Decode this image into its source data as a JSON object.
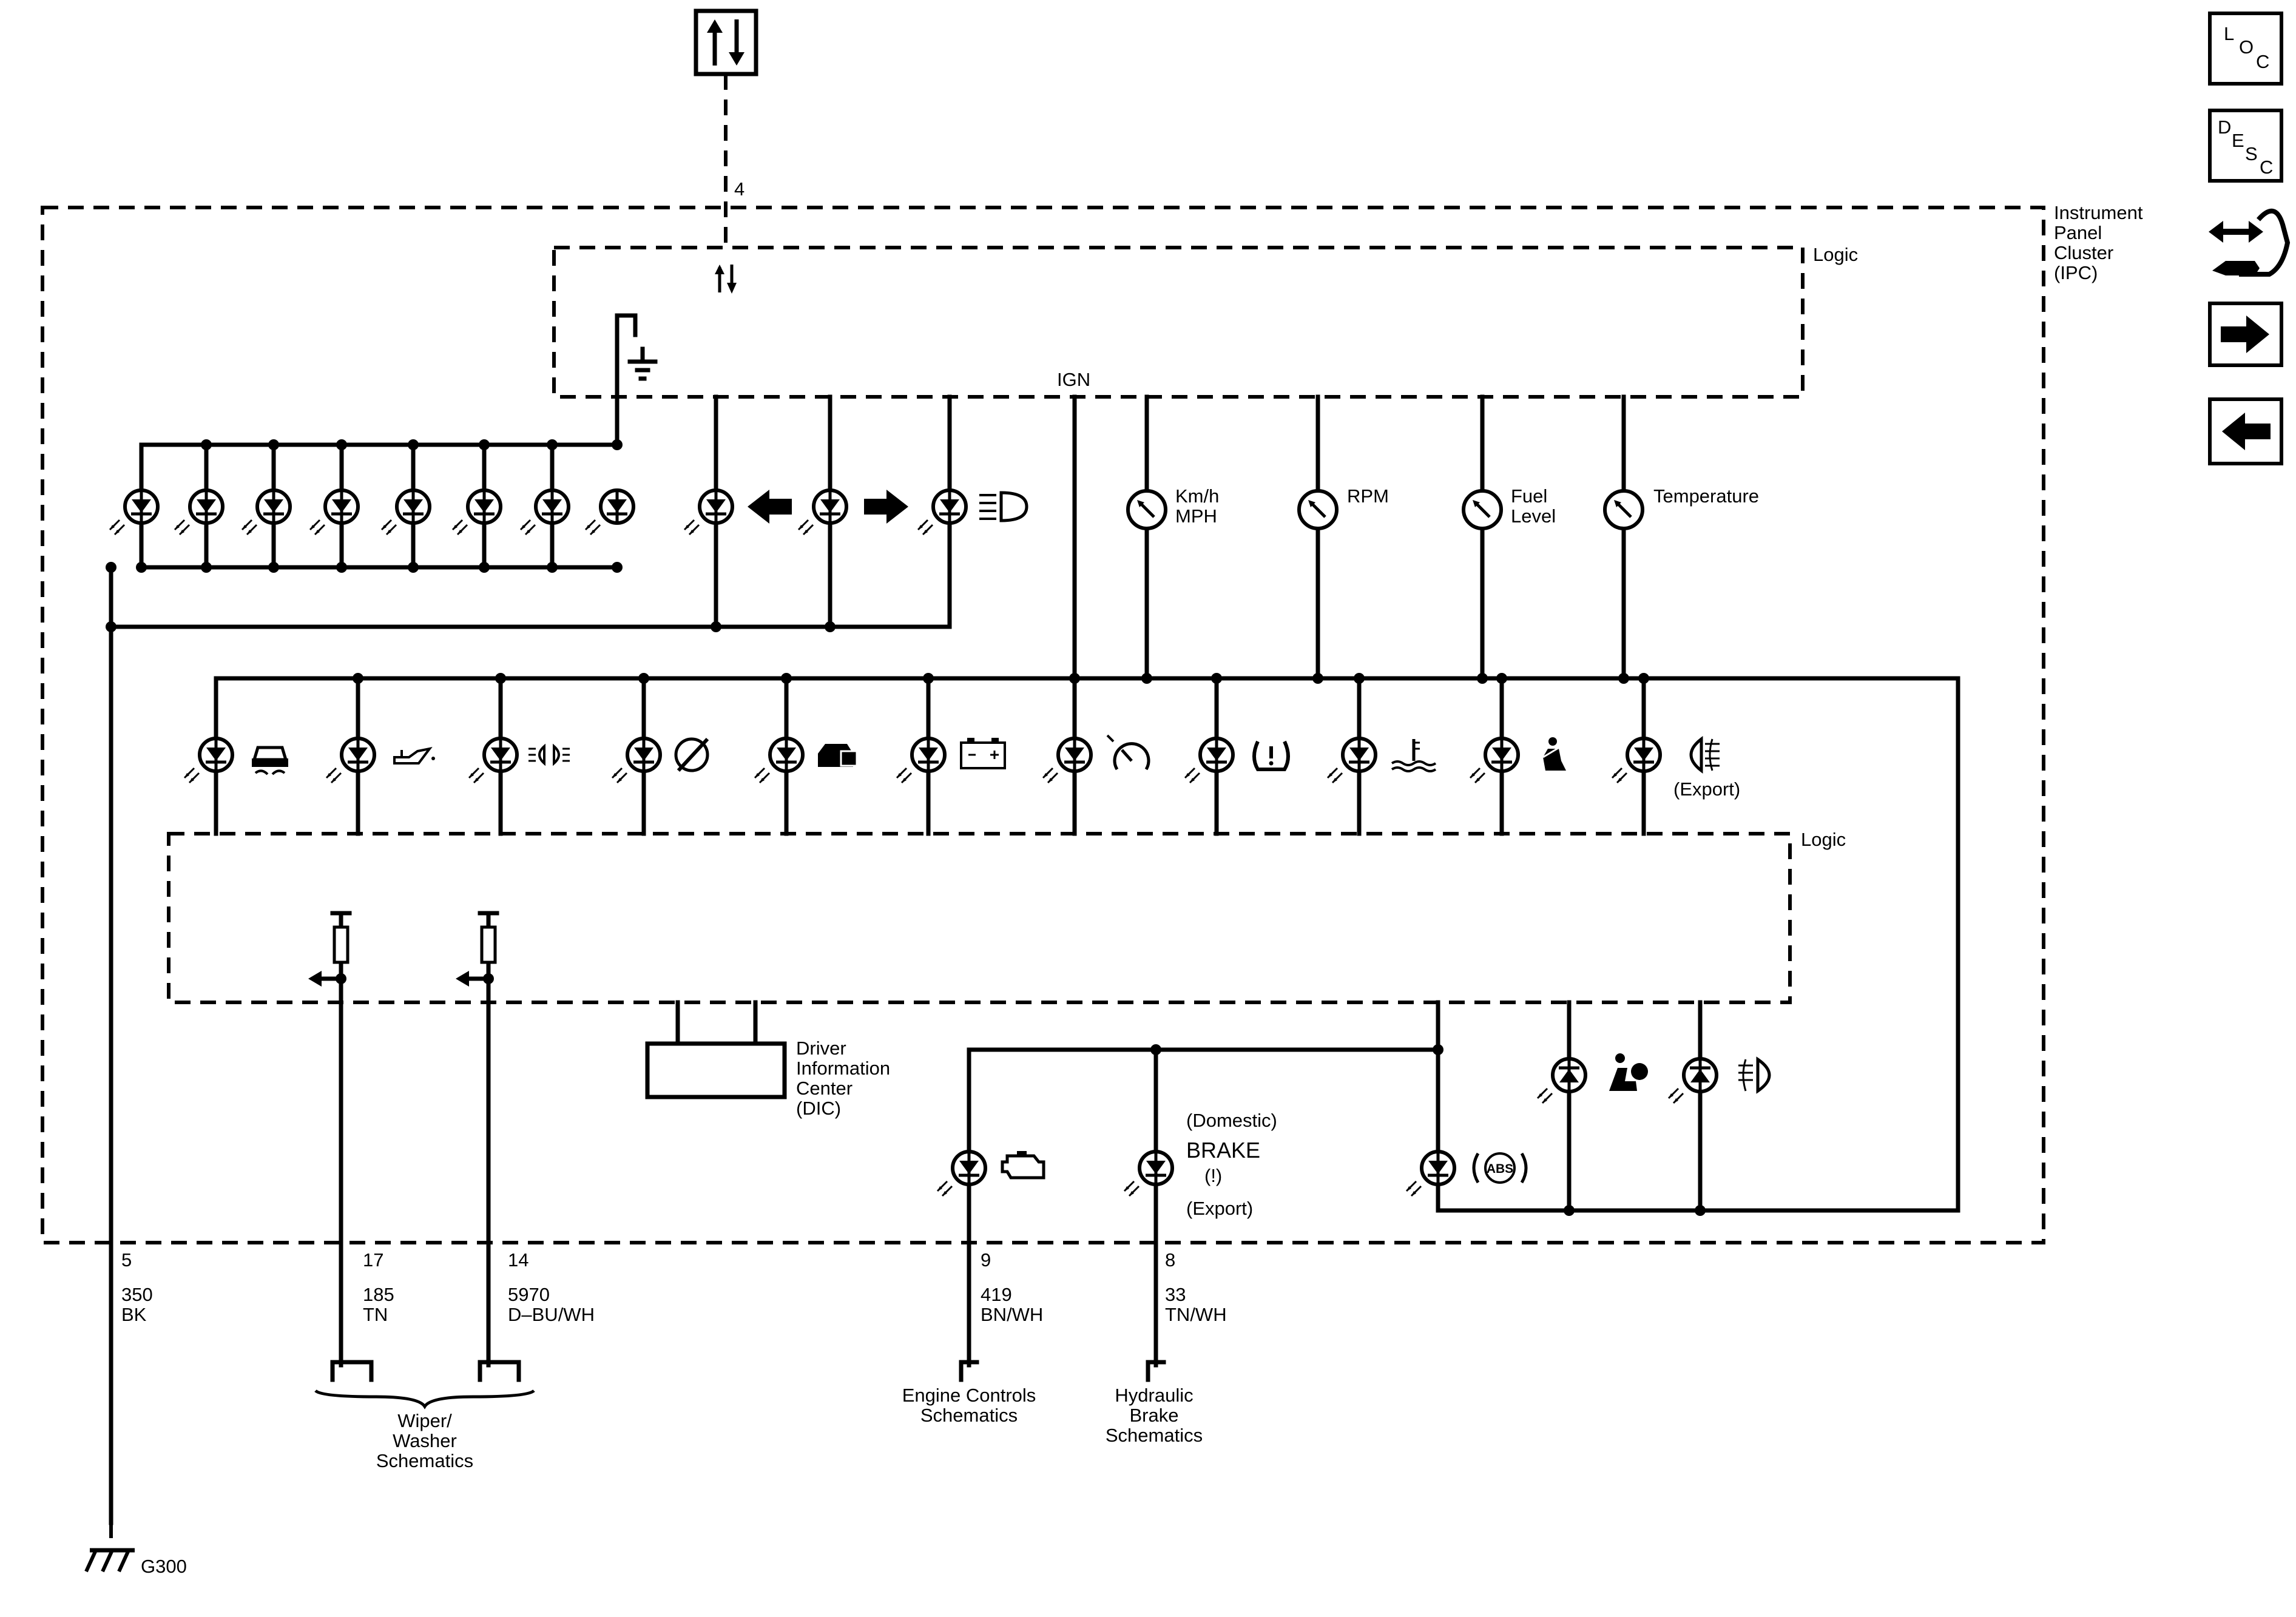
{
  "module": {
    "name_lines": [
      "Instrument",
      "Panel",
      "Cluster",
      "(IPC)"
    ],
    "logic_top": "Logic",
    "logic_bottom": "Logic",
    "ign": "IGN",
    "data_pin": "4"
  },
  "gauges": [
    {
      "lines": [
        "Km/h",
        "MPH"
      ]
    },
    {
      "lines": [
        "RPM"
      ]
    },
    {
      "lines": [
        "Fuel",
        "Level"
      ]
    },
    {
      "lines": [
        "Temperature"
      ]
    }
  ],
  "indicators": {
    "export_label": "(Export)",
    "domestic_label": "(Domestic)",
    "brake_label": "BRAKE",
    "brake_symbol": "(!)",
    "brake_export": "(Export)",
    "abs_symbol": "ABS"
  },
  "dic": {
    "lines": [
      "Driver",
      "Information",
      "Center",
      "(DIC)"
    ]
  },
  "pins": [
    {
      "pin": "5",
      "circuit": "350",
      "color": "BK"
    },
    {
      "pin": "17",
      "circuit": "185",
      "color": "TN"
    },
    {
      "pin": "14",
      "circuit": "5970",
      "color": "D–BU/WH"
    },
    {
      "pin": "9",
      "circuit": "419",
      "color": "BN/WH"
    },
    {
      "pin": "8",
      "circuit": "33",
      "color": "TN/WH"
    }
  ],
  "destinations": {
    "wiper": [
      "Wiper/",
      "Washer",
      "Schematics"
    ],
    "engine": [
      "Engine Controls",
      "Schematics"
    ],
    "brake": [
      "Hydraulic",
      "Brake",
      "Schematics"
    ]
  },
  "ground": "G300",
  "nav": {
    "loc": [
      "L",
      "O",
      "C"
    ],
    "desc": [
      "D",
      "E",
      "S",
      "C"
    ],
    "icons": [
      "connector-repair-icon",
      "next-arrow-icon",
      "previous-arrow-icon"
    ]
  }
}
